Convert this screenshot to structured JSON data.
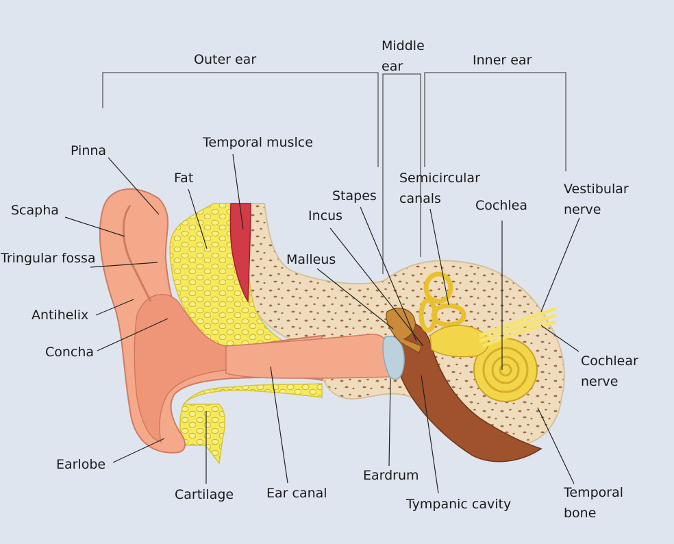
{
  "sections": {
    "outer": "Outer ear",
    "middle": "Middle\near",
    "inner": "Inner ear"
  },
  "labels": {
    "pinna": "Pinna",
    "scapha": "Scapha",
    "triangular_fossa": "Tringular fossa",
    "antihelix": "Antihelix",
    "concha": "Concha",
    "earlobe": "Earlobe",
    "cartilage": "Cartilage",
    "ear_canal": "Ear canal",
    "fat": "Fat",
    "temporal_muscle": "Temporal muslce",
    "stapes": "Stapes",
    "incus": "Incus",
    "malleus": "Malleus",
    "semicircular_canals": "Semicircular\ncanals",
    "cochlea": "Cochlea",
    "vestibular_nerve": "Vestibular\nnerve",
    "cochlear_nerve": "Cochlear\nnerve",
    "eardrum": "Eardrum",
    "tympanic_cavity": "Tympanic cavity",
    "temporal_bone": "Temporal\nbone"
  },
  "colors": {
    "background": "#dee5ef",
    "skin": "#f4a98b",
    "skin_dark": "#e08a6c",
    "fat": "#f6ea5c",
    "bone": "#efdcbd",
    "bone_spots": "#9b6a4a",
    "muscle": "#d23a48",
    "tympanic": "#a0522d",
    "cochlea": "#f3d54a",
    "nerve": "#f7e46a"
  }
}
